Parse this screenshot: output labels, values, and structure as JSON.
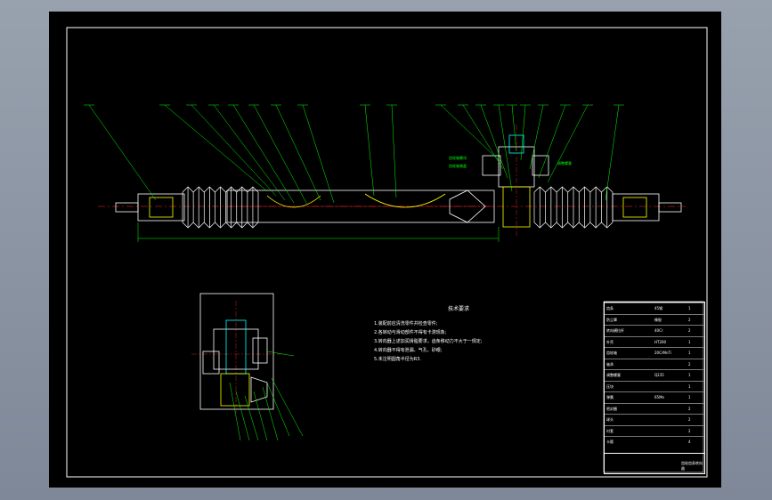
{
  "viewer": {
    "background": "#8e97a6",
    "sheet_color": "#000000"
  },
  "colors": {
    "frame": "#ffffff",
    "leader": "#00ff00",
    "centerline": "#ff2a2a",
    "outline": "#ffffff",
    "hatch": "#00c8ff",
    "part_yellow": "#ffd800",
    "part_cyan": "#00ffff",
    "part_magenta": "#ff00ff"
  },
  "notes": {
    "title": "技术要求",
    "lines": [
      "1.装配前应清洗零件并检查零件;",
      "2.各转动与滑动部件不得有卡滞现象;",
      "3.转向器上述加润滑脂要求，齿条移动力不大于一规定;",
      "4.转向器不得有泄漏、气孔、砂眼;",
      "5.未注明圆角半径为R3."
    ]
  },
  "side_labels": [
    "齿轮轴螺母",
    "齿轮轴端盖",
    "调整螺塞"
  ],
  "title_block": {
    "rows": [
      [
        "齿条",
        "45钢",
        "1"
      ],
      [
        "防尘罩",
        "橡胶",
        "2"
      ],
      [
        "转向横拉杆",
        "40Cr",
        "2"
      ],
      [
        "外壳",
        "HT200",
        "1"
      ],
      [
        "齿轮轴",
        "20CrMnTi",
        "1"
      ],
      [
        "轴承",
        "",
        "2"
      ],
      [
        "调整螺塞",
        "Q235",
        "1"
      ],
      [
        "压块",
        "",
        "1"
      ],
      [
        "弹簧",
        "65Mn",
        "1"
      ],
      [
        "密封圈",
        "",
        "2"
      ],
      [
        "球头",
        "",
        "2"
      ],
      [
        "衬套",
        "",
        "2"
      ],
      [
        "卡箍",
        "",
        "4"
      ]
    ],
    "drawing_name": "齿轮齿条转向器"
  }
}
